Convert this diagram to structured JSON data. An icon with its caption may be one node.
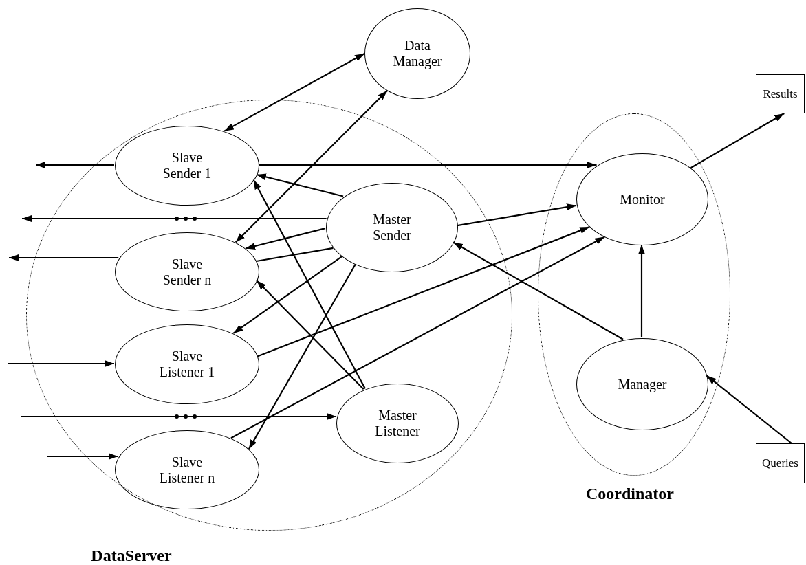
{
  "diagram": {
    "nodes": [
      {
        "text": [
          "Data Manager"
        ]
      },
      {
        "text": [
          "Results"
        ]
      },
      {
        "text": [
          "DataServer"
        ]
      },
      {
        "text": [
          "Slave Sender 1"
        ],
        "in": 2
      },
      {
        "text": [
          "Master Sender"
        ],
        "in": 2
      },
      {
        "text": [
          "Slave Sender n"
        ],
        "in": 2
      },
      {
        "text": [
          "Slave Listener 1"
        ],
        "in": 2
      },
      {
        "text": [
          "Master Listener"
        ],
        "in": 2
      },
      {
        "text": [
          "Slave Listener n"
        ],
        "in": 2
      },
      {
        "text": [
          "Coordinator"
        ]
      },
      {
        "text": [
          "Monitor"
        ],
        "in": 9
      },
      {
        "text": [
          "Manager"
        ],
        "in": 9
      },
      {
        "text": [
          "Queries"
        ]
      }
    ],
    "edges": [
      {
        "from": 0,
        "to": 3,
        "arrow": "both"
      },
      {
        "from": 0,
        "to": 5,
        "arrow": "both"
      },
      {
        "from": 3,
        "to": null,
        "arrow": "to"
      },
      {
        "from": 4,
        "to": null,
        "arrow": "to"
      },
      {
        "from": 5,
        "to": null,
        "arrow": "to"
      },
      {
        "from": null,
        "to": 6,
        "arrow": "to"
      },
      {
        "from": null,
        "to": 7,
        "arrow": "to"
      },
      {
        "from": null,
        "to": 8,
        "arrow": "to"
      },
      {
        "from": 3,
        "to": 10,
        "arrow": "to"
      },
      {
        "from": 4,
        "to": 3,
        "arrow": "to"
      },
      {
        "from": 7,
        "to": 3,
        "arrow": "to"
      },
      {
        "from": 4,
        "to": 5,
        "arrow": "to"
      },
      {
        "from": 5,
        "to": 4,
        "arrow": "none"
      },
      {
        "from": 4,
        "to": 6,
        "arrow": "to"
      },
      {
        "from": 7,
        "to": 5,
        "arrow": "to"
      },
      {
        "from": 4,
        "to": 8,
        "arrow": "to"
      },
      {
        "from": 6,
        "to": 10,
        "arrow": "to"
      },
      {
        "from": 8,
        "to": 10,
        "arrow": "to"
      },
      {
        "from": 4,
        "to": 10,
        "arrow": "to"
      },
      {
        "from": 11,
        "to": 4,
        "arrow": "to"
      },
      {
        "from": 11,
        "to": 10,
        "arrow": "to"
      },
      {
        "from": 10,
        "to": 1,
        "arrow": "to"
      },
      {
        "from": 12,
        "to": 11,
        "arrow": "to"
      }
    ]
  }
}
